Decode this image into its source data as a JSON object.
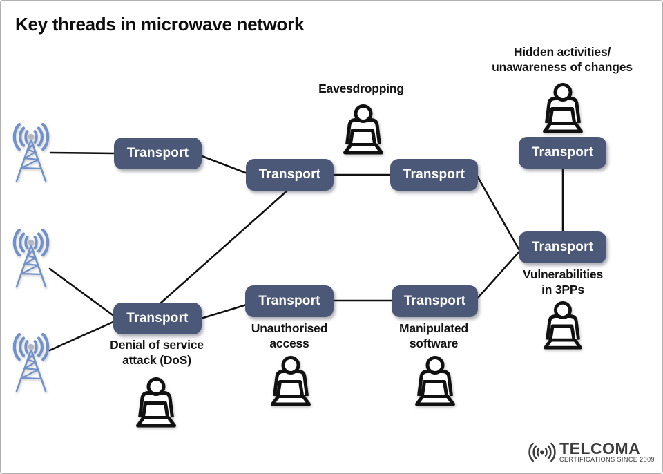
{
  "title": "Key threads in microwave network",
  "nodes": [
    {
      "id": "row1-left",
      "label": "Transport"
    },
    {
      "id": "row1-mid",
      "label": "Transport"
    },
    {
      "id": "row1-right",
      "label": "Transport"
    },
    {
      "id": "row2-left",
      "label": "Transport"
    },
    {
      "id": "top-right",
      "label": "Transport"
    },
    {
      "id": "right-mid",
      "label": "Transport"
    },
    {
      "id": "row2-mid",
      "label": "Transport"
    },
    {
      "id": "row2-right",
      "label": "Transport"
    }
  ],
  "threats": {
    "eavesdropping": {
      "lines": [
        "Eavesdropping"
      ]
    },
    "hidden_activities": {
      "lines": [
        "Hidden activities/",
        "unawareness of changes"
      ]
    },
    "vulnerabilities_3pps": {
      "lines": [
        "Vulnerabilities",
        "in 3PPs"
      ]
    },
    "denial_of_service": {
      "lines": [
        "Denial of service",
        "attack (DoS)"
      ]
    },
    "unauthorised_access": {
      "lines": [
        "Unauthorised",
        "access"
      ]
    },
    "manipulated_software": {
      "lines": [
        "Manipulated",
        "software"
      ]
    }
  },
  "logo": {
    "brand": "TELCOMA",
    "tagline": "CERTIFICATIONS SINCE 2009"
  },
  "colors": {
    "background": "#ffffff",
    "node_fill": "#4c5878",
    "node_text": "#ffffff",
    "tower_blue": "#7191cb",
    "line_black": "#111111",
    "label_text": "#141414",
    "logo_gray": "#3d3a3a"
  }
}
